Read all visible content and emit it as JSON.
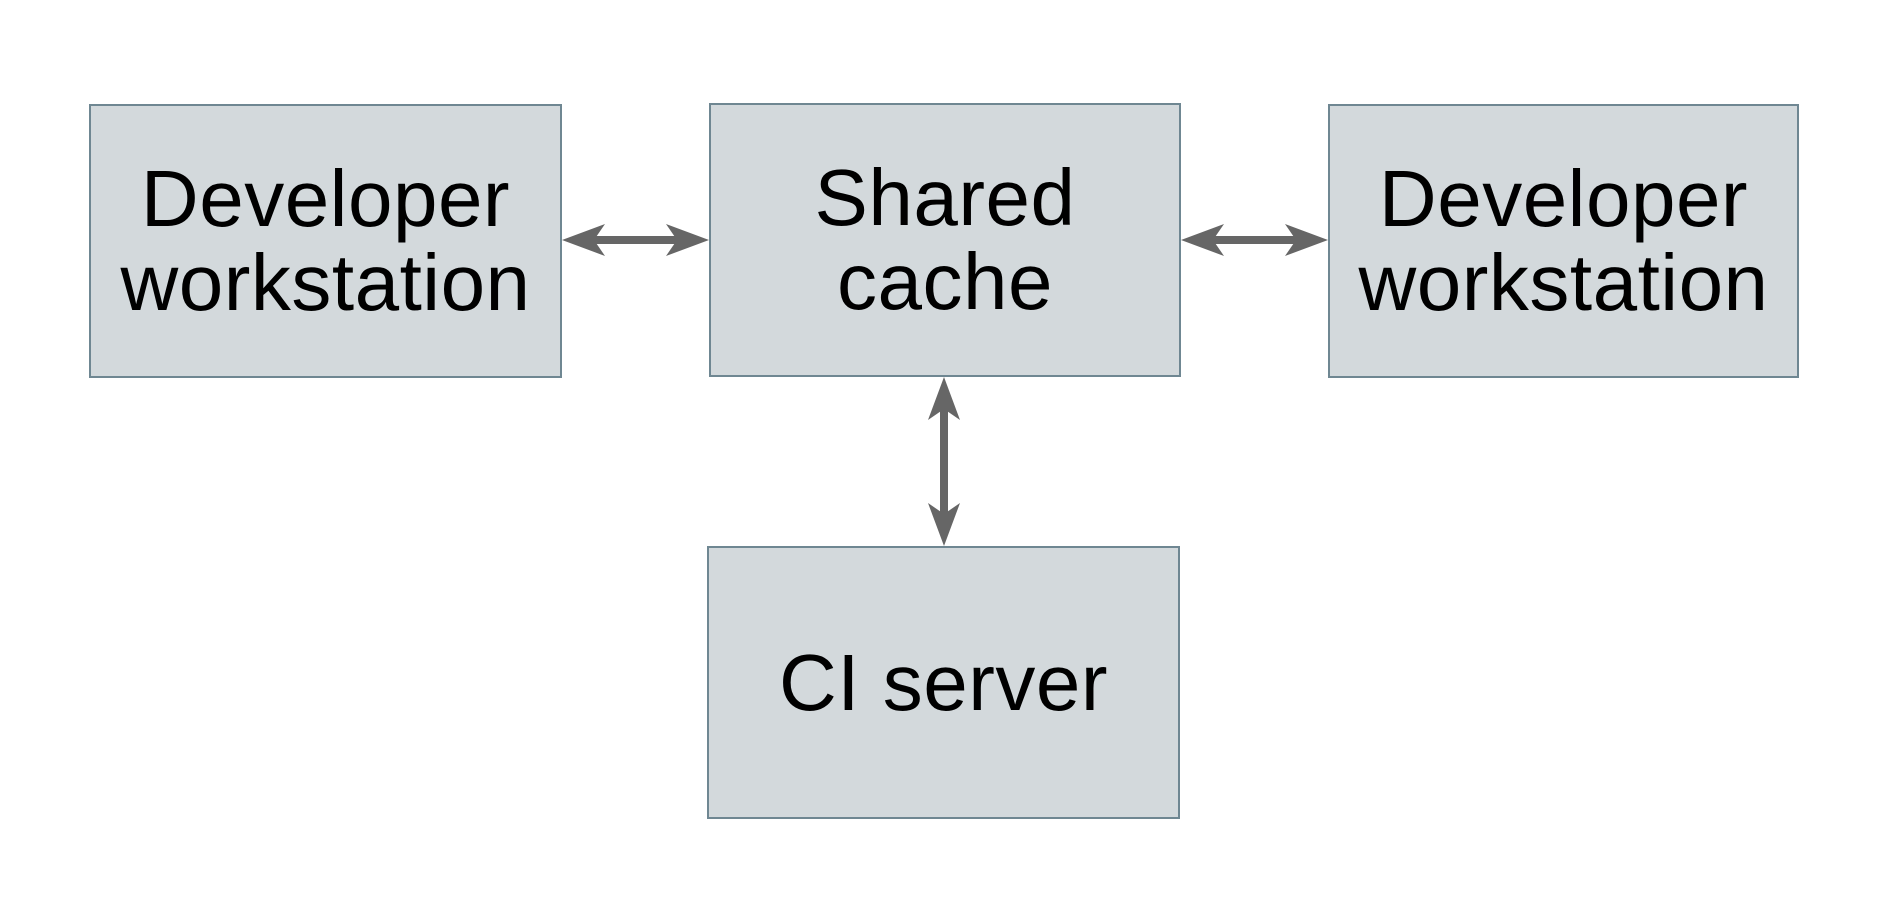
{
  "diagram": {
    "colors": {
      "background": "#ffffff",
      "box_fill": "#d3d9dc",
      "box_border": "#6f8792",
      "arrow_color": "#666666",
      "text_color": "#000000"
    },
    "nodes": {
      "developer_workstation_left": {
        "line1": "Developer",
        "line2": "workstation"
      },
      "shared_cache": {
        "line1": "Shared",
        "line2": "cache"
      },
      "developer_workstation_right": {
        "line1": "Developer",
        "line2": "workstation"
      },
      "ci_server": {
        "line1": "CI server",
        "line2": ""
      }
    },
    "edges": [
      {
        "from": "developer-workstation-left",
        "to": "shared-cache",
        "style": "bidirectional-arrow",
        "orientation": "horizontal"
      },
      {
        "from": "shared-cache",
        "to": "developer-workstation-right",
        "style": "bidirectional-arrow",
        "orientation": "horizontal"
      },
      {
        "from": "shared-cache",
        "to": "ci-server",
        "style": "bidirectional-arrow",
        "orientation": "vertical"
      }
    ]
  }
}
